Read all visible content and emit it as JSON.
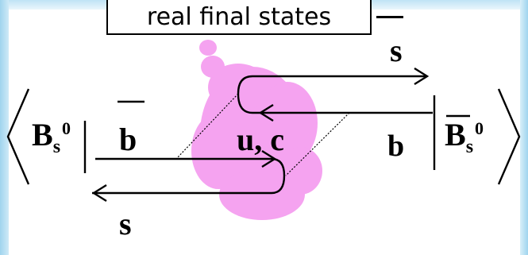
{
  "title": "real final states",
  "bra": {
    "main": "B",
    "sub": "s",
    "sup": "0"
  },
  "ket": {
    "main": "B",
    "sub": "s",
    "sup": "0"
  },
  "quark_labels": {
    "s_top": "s",
    "b_bar": "b",
    "intermediate": "u, c",
    "b": "b",
    "s_bottom": "s"
  },
  "colors": {
    "blob": "#f5a3f0",
    "lines": "#000000",
    "background_band": "#9fd4ee"
  }
}
